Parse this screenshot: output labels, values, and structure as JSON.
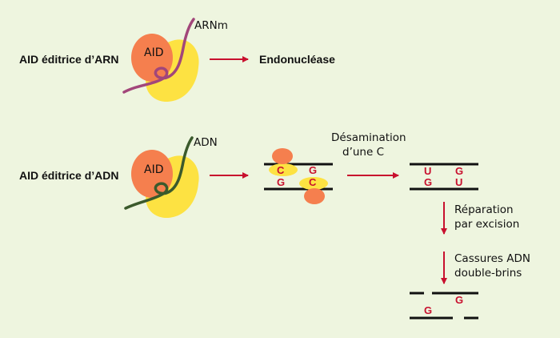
{
  "rows": {
    "arn": {
      "label": "AID éditrice d’ARN",
      "enzyme": "AID",
      "strand_label": "ARNm",
      "result": "Endonucléase"
    },
    "adn": {
      "label": "AID éditrice d’ADN",
      "enzyme": "AID",
      "strand_label": "ADN"
    }
  },
  "steps": {
    "deamination": {
      "line1": "Désamination",
      "line2": "d’une C"
    },
    "repair": {
      "line1": "Réparation",
      "line2": "par excision"
    },
    "breaks": {
      "line1": "Cassures ADN",
      "line2": "double-brins"
    }
  },
  "bases": {
    "stage1_top": [
      "C",
      "G"
    ],
    "stage1_bottom": [
      "G",
      "C"
    ],
    "stage2_top": [
      "U",
      "G"
    ],
    "stage2_bottom": [
      "G",
      "U"
    ],
    "stage3_top": "G",
    "stage3_bottom": "G"
  },
  "colors": {
    "background": "#eef5df",
    "aid_orange": "#f57f4e",
    "aid_yellow": "#fde242",
    "rna_strand": "#a2467a",
    "dna_strand": "#3b5a2c",
    "arrow": "#c8102e",
    "base_text": "#c8102e"
  }
}
